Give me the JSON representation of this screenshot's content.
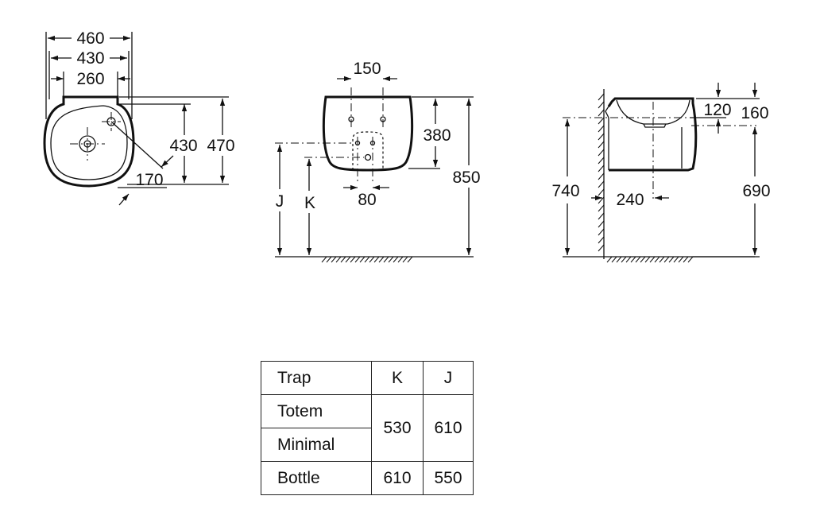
{
  "top_view": {
    "dim_460": "460",
    "dim_430_width": "430",
    "dim_260": "260",
    "dim_430_depth": "430",
    "dim_470": "470",
    "dim_170": "170"
  },
  "front_view": {
    "dim_150": "150",
    "dim_380": "380",
    "dim_850": "850",
    "dim_80": "80",
    "label_j": "J",
    "label_k": "K"
  },
  "side_view": {
    "dim_120": "120",
    "dim_160": "160",
    "dim_740": "740",
    "dim_240": "240",
    "dim_690": "690"
  },
  "trap_table": {
    "headers": [
      "Trap",
      "K",
      "J"
    ],
    "rows": [
      {
        "label": "Totem"
      },
      {
        "label": "Minimal"
      },
      {
        "label": "Bottle"
      }
    ],
    "totem_minimal_k": "530",
    "totem_minimal_j": "610",
    "bottle_k": "610",
    "bottle_j": "550"
  }
}
